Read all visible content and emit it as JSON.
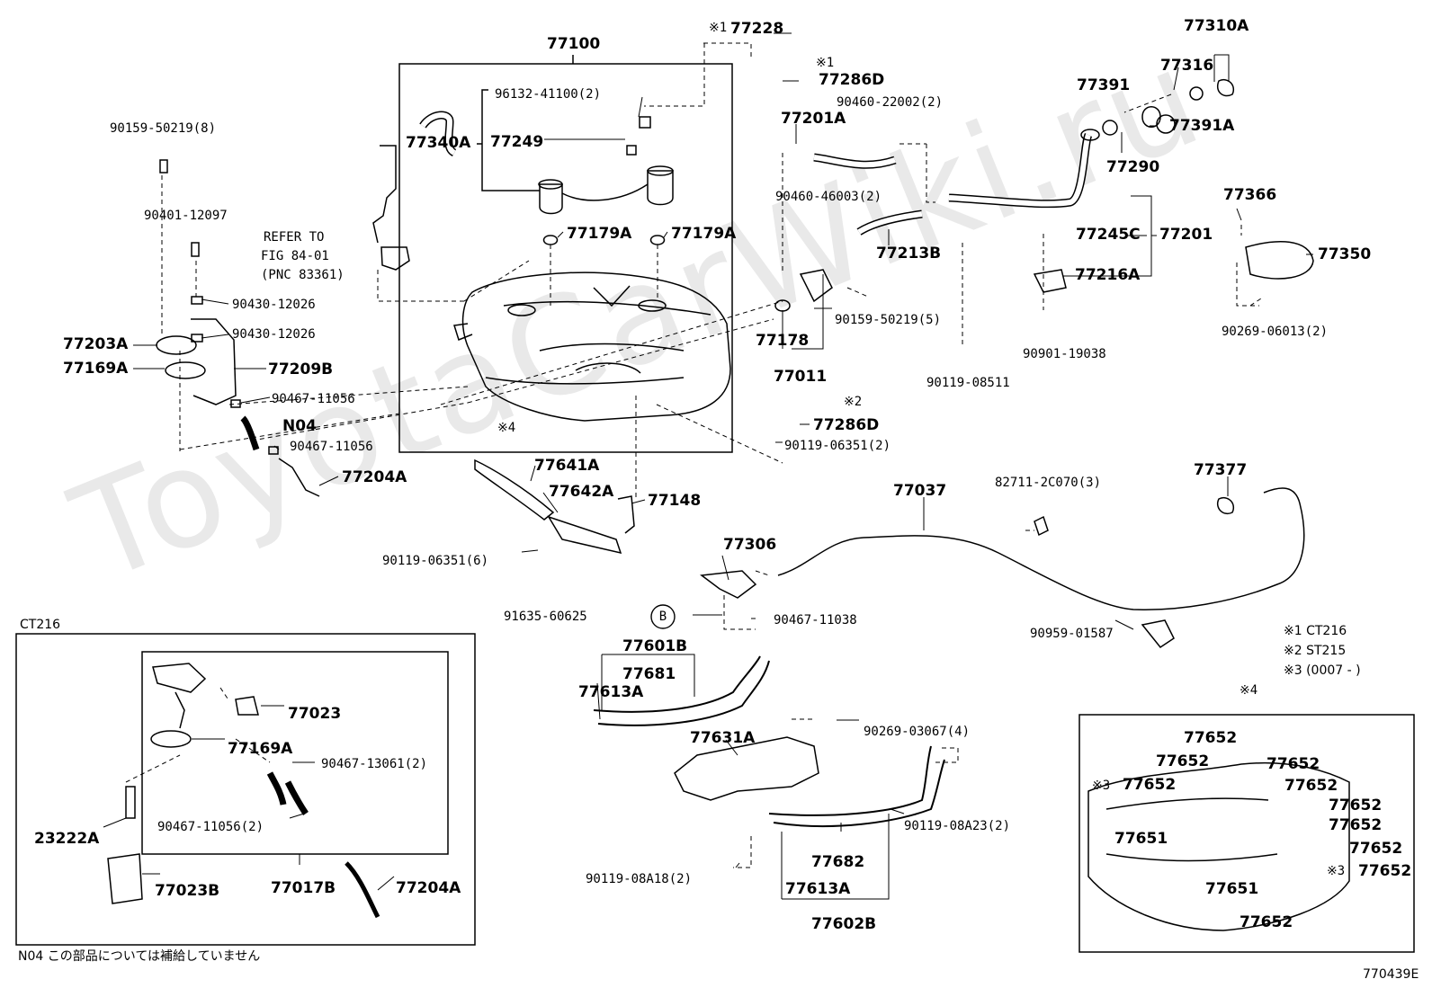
{
  "watermark": "ToyotaCarWiki.ru",
  "figure_code": "770439E",
  "refer_note": [
    "REFER TO",
    "FIG 84-01",
    "(PNC 83361)"
  ],
  "variant_box_label": "CT216",
  "callout_b": "B",
  "footnote_n04": "N04 この部品については補給していません",
  "legend": [
    "※1 CT216",
    "※2 ST215",
    "※3 (0007 -       )"
  ],
  "markers": {
    "m1a": "※1",
    "m1b": "※1",
    "m2": "※2",
    "m4a": "※4",
    "m4b": "※4",
    "m3a": "※3",
    "m3b": "※3"
  },
  "parts": {
    "p77100": "77100",
    "p77228": "77228",
    "p77286D_1": "77286D",
    "p96132": "96132-41100(2)",
    "p77340A": "77340A",
    "p77249": "77249",
    "p77179A_1": "77179A",
    "p77179A_2": "77179A",
    "p90159_8": "90159-50219(8)",
    "p90401": "90401-12097",
    "p90430_1": "90430-12026",
    "p90430_2": "90430-12026",
    "p77203A": "77203A",
    "p77169A": "77169A",
    "p77209B": "77209B",
    "p90467_11056_a": "90467-11056",
    "pN04": "N04",
    "p90467_11056_b": "90467-11056",
    "p77204A": "77204A",
    "p77641A": "77641A",
    "p77642A": "77642A",
    "p77148": "77148",
    "p90119_06351_6": "90119-06351(6)",
    "p77201A": "77201A",
    "p90460_22002": "90460-22002(2)",
    "p90460_46003": "90460-46003(2)",
    "p77213B": "77213B",
    "p90159_5": "90159-50219(5)",
    "p77178": "77178",
    "p77011": "77011",
    "p77286D_2": "77286D",
    "p90119_06351_2": "90119-06351(2)",
    "p77391": "77391",
    "p77310A": "77310A",
    "p77316": "77316",
    "p77391A": "77391A",
    "p77290": "77290",
    "p77245C": "77245C",
    "p77201": "77201",
    "p77216A": "77216A",
    "p90901": "90901-19038",
    "p90119_08511": "90119-08511",
    "p77366": "77366",
    "p77350": "77350",
    "p90269_06013": "90269-06013(2)",
    "p77037": "77037",
    "p82711": "82711-2C070(3)",
    "p77377": "77377",
    "p77306": "77306",
    "p91635": "91635-60625",
    "p90467_11038": "90467-11038",
    "p90959": "90959-01587",
    "p77601B": "77601B",
    "p77681": "77681",
    "p77613A_1": "77613A",
    "p77631A": "77631A",
    "p90269_03067": "90269-03067(4)",
    "p90119_08A23": "90119-08A23(2)",
    "p77682": "77682",
    "p90119_08A18": "90119-08A18(2)",
    "p77613A_2": "77613A",
    "p77602B": "77602B",
    "p77023": "77023",
    "p77169A_ct": "77169A",
    "p90467_13061": "90467-13061(2)",
    "p90467_11056_ct": "90467-11056(2)",
    "p23222A": "23222A",
    "p77023B": "77023B",
    "p77017B": "77017B",
    "p77204A_ct": "77204A",
    "s77652_1": "77652",
    "s77652_2": "77652",
    "s77652_3": "77652",
    "s77652_4": "77652",
    "s77652_5": "77652",
    "s77652_6": "77652",
    "s77652_7": "77652",
    "s77652_8": "77652",
    "s77652_9": "77652",
    "s77652_10": "77652",
    "s77651_1": "77651",
    "s77651_2": "77651"
  }
}
